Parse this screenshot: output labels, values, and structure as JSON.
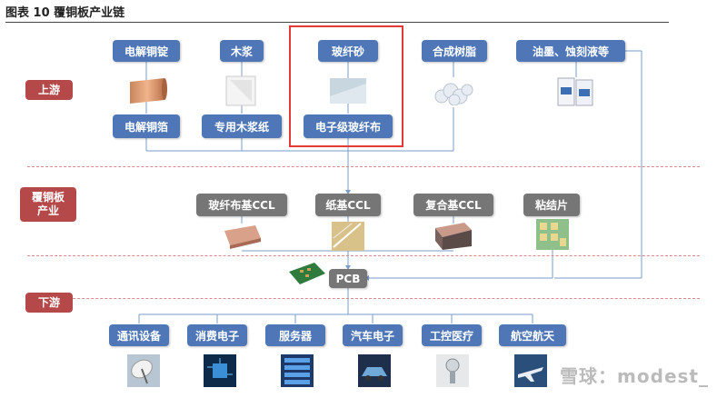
{
  "title": "图表 10  覆铜板产业链",
  "sections": {
    "upstream": "上游",
    "midstream": "覆铜板\n产业",
    "downstream": "下游"
  },
  "upstream": {
    "row1": [
      "电解铜锭",
      "木浆",
      "玻纤砂",
      "合成树脂",
      "油墨、蚀刻液等"
    ],
    "row2": [
      "电解铜箔",
      "专用木浆纸",
      "电子级玻纤布"
    ]
  },
  "midstream": [
    "玻纤布基CCL",
    "纸基CCL",
    "复合基CCL",
    "粘结片"
  ],
  "pcb": "PCB",
  "downstream": [
    "通讯设备",
    "消费电子",
    "服务器",
    "汽车电子",
    "工控医疗",
    "航空航天"
  ],
  "watermark": "雪球：modest_"
}
